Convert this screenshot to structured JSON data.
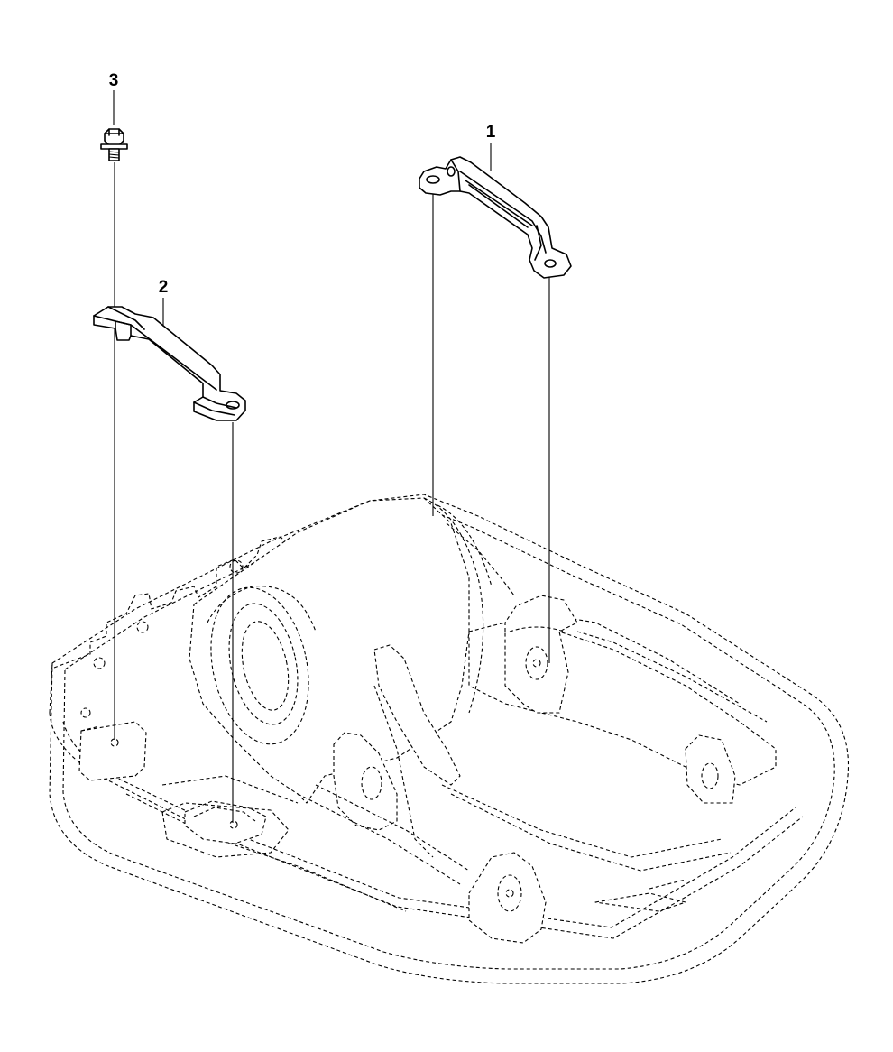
{
  "callouts": [
    {
      "id": "part-1",
      "label": "1"
    },
    {
      "id": "part-2",
      "label": "2"
    },
    {
      "id": "part-3",
      "label": "3"
    }
  ]
}
